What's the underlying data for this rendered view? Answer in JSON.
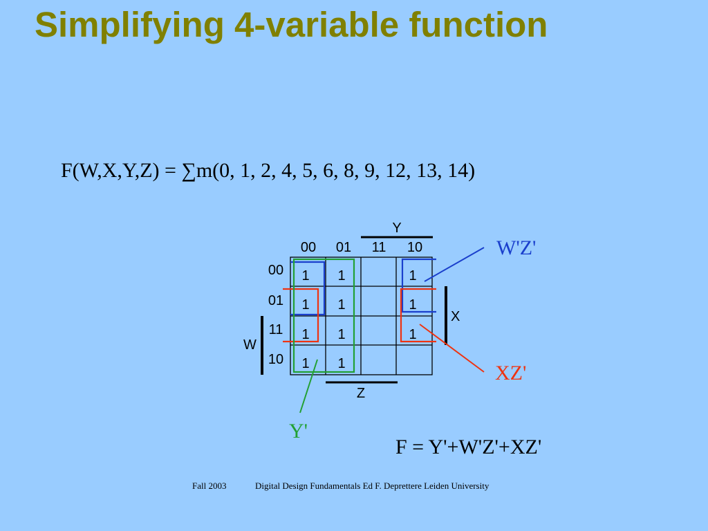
{
  "title": "Simplifying 4-variable function",
  "function_definition": "F(W,X,Y,Z) = ∑m(0, 1, 2, 4, 5, 6, 8, 9, 12, 13, 14)",
  "result": "F = Y'+W'Z'+XZ'",
  "footer": {
    "left": "Fall 2003",
    "right": "Digital Design Fundamentals  Ed F. Deprettere  Leiden University"
  },
  "kmap": {
    "column_codes": [
      "00",
      "01",
      "11",
      "10"
    ],
    "row_codes": [
      "00",
      "01",
      "11",
      "10"
    ],
    "variable_labels": {
      "y": "Y",
      "x": "X",
      "w": "W",
      "z": "Z"
    },
    "cells": [
      [
        "1",
        "1",
        "",
        "1"
      ],
      [
        "1",
        "1",
        "",
        "1"
      ],
      [
        "1",
        "1",
        "",
        "1"
      ],
      [
        "1",
        "1",
        "",
        ""
      ]
    ]
  },
  "groups": [
    {
      "label": "W'Z'",
      "color": "#1a3fcc"
    },
    {
      "label": "XZ'",
      "color": "#ee3311"
    },
    {
      "label": "Y'",
      "color": "#22a033"
    }
  ]
}
